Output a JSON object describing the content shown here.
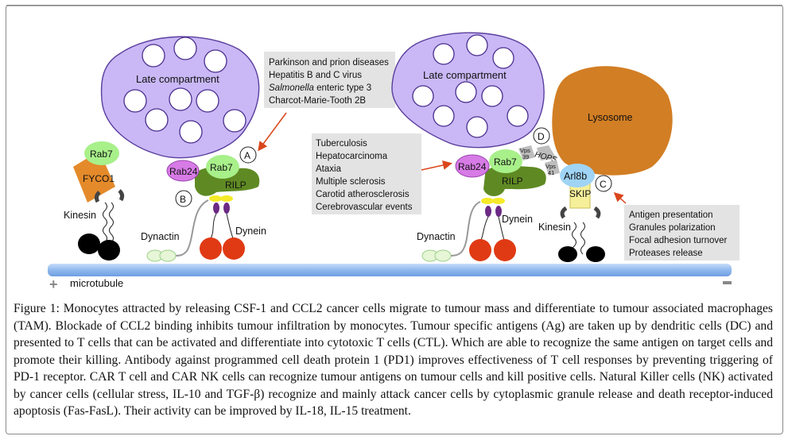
{
  "figure": {
    "label": "Figure 1:",
    "caption": "Monocytes attracted by releasing CSF-1 and CCL2 cancer cells migrate to tumour mass and differentiate to tumour associated macrophages (TAM). Blockade of CCL2 binding inhibits tumour infiltration by monocytes. Tumour specific antigens (Ag) are taken up by dendritic cells (DC) and presented to T cells that can be activated and differentiate into cytotoxic T cells (CTL). Which are able to recognize the same antigen on target cells and promote their killing. Antibody against programmed cell death protein 1 (PD1) improves effectiveness of T cell responses by preventing triggering of PD-1 receptor. CAR T cell and CAR NK cells can recognize tumour antigens on tumour cells and kill positive cells. Natural Killer cells (NK) activated by cancer cells (cellular stress, IL-10 and TGF-β) recognize and mainly attack cancer cells by cytoplasmic granule release and death receptor-induced apoptosis (Fas-FasL). Their activity can be improved by IL-18, IL-15 treatment."
  },
  "diagram": {
    "left": {
      "compartment": "Late compartment",
      "rab7_fyco": "Rab7",
      "fyco1": "FYCO1",
      "kinesin": "Kinesin",
      "rab24": "Rab24",
      "rab7_rilp": "Rab7",
      "rilp": "RILP",
      "dynactin": "Dynactin",
      "dynein": "Dynein",
      "marker_a": "A",
      "marker_b": "B"
    },
    "right": {
      "compartment": "Late compartment",
      "lysosome": "Lysosome",
      "rab24": "Rab24",
      "rab7": "Rab7",
      "rilp": "RILP",
      "dynactin": "Dynactin",
      "dynein": "Dynein",
      "vps39_a": "Vps",
      "vps39_b": "39",
      "hops": "HOPS",
      "vps41_a": "Vps",
      "vps41_b": "41",
      "arl8b": "Arl8b",
      "skip": "SKIP",
      "kinesin": "Kinesin",
      "marker_c": "C",
      "marker_d": "D"
    },
    "box_a": [
      "Parkinson and prion diseases",
      "Hepatitis B and C virus",
      "Salmonella enteric type 3",
      "Charcot-Marie-Tooth 2B"
    ],
    "box_a_italic_word": "Salmonella",
    "box_a_line3_rest": " enteric type 3",
    "box_b": [
      "Tuberculosis",
      "Hepatocarcinoma",
      "Ataxia",
      "Multiple sclerosis",
      "Carotid atherosclerosis",
      "Cerebrovascular events"
    ],
    "box_c": [
      "Antigen presentation",
      "Granules polarization",
      "Focal adhesion turnover",
      "Proteases release"
    ],
    "microtubule": {
      "label": "microtubule",
      "plus": "+",
      "minus": "−"
    },
    "colors": {
      "compartment": "#c9b8f5",
      "compartment_stroke": "#5a3e9e",
      "lysosome": "#d27e24",
      "rab7": "#a8f08a",
      "rab24": "#d77be6",
      "rilp": "#5f8a23",
      "fyco1": "#e48a2a",
      "arl8b": "#9fd4f5",
      "skip": "#f6ef9a",
      "dynein": "#e03a14",
      "dynein_neck": "#6b2a84",
      "dynein_hook": "#f5ea2a",
      "dynactin": "#e6f6d6",
      "microtubule": "#8fb8ee",
      "box": "#e3e3e3",
      "arrow": "#d9461c"
    }
  }
}
